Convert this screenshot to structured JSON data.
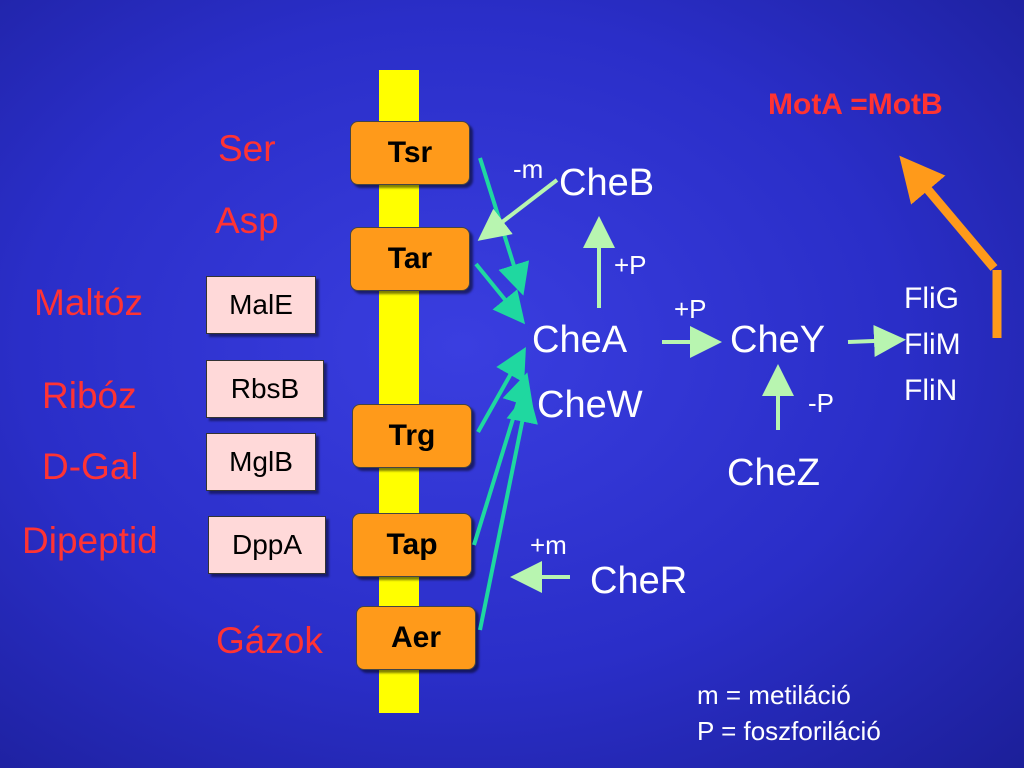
{
  "title": "MotA =MotB",
  "ligands": {
    "ser": "Ser",
    "asp": "Asp",
    "maltoz": "Maltóz",
    "riboz": "Ribóz",
    "dgal": "D-Gal",
    "dipeptid": "Dipeptid",
    "gazok": "Gázok"
  },
  "binding_proteins": {
    "male": "MalE",
    "rbsb": "RbsB",
    "mglb": "MglB",
    "dppa": "DppA"
  },
  "receptors": {
    "tsr": "Tsr",
    "tar": "Tar",
    "trg": "Trg",
    "tap": "Tap",
    "aer": "Aer"
  },
  "proteins": {
    "cheb": "CheB",
    "chea": "CheA",
    "chew": "CheW",
    "chey": "CheY",
    "chez": "CheZ",
    "cher": "CheR"
  },
  "modifications": {
    "cheb_minus_m": "-m",
    "cheb_plus_p": "+P",
    "chey_plus_p": "+P",
    "chez_minus_p": "-P",
    "cher_plus_m": "+m"
  },
  "motor": {
    "flig": "FliG",
    "flim": "FliM",
    "flin": "FliN"
  },
  "legend": {
    "line1": "m = metiláció",
    "line2": "P = foszforiláció"
  },
  "colors": {
    "background": "#2a2ec8",
    "membrane": "#ffff00",
    "receptor": "#ff9a1a",
    "binding_protein": "#ffd9d9",
    "ligand_text": "#ff3333",
    "green_arrow": "#1fd8a0",
    "pale_arrow": "#b8f5b0",
    "motor_arrow": "#ff9a1a"
  }
}
